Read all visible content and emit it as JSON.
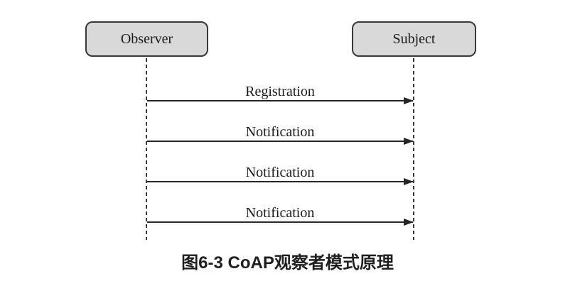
{
  "diagram": {
    "type": "sequence",
    "actors": [
      {
        "label": "Observer"
      },
      {
        "label": "Subject"
      }
    ],
    "messages": [
      {
        "label": "Registration",
        "from": "Observer",
        "to": "Subject",
        "direction": "right"
      },
      {
        "label": "Notification",
        "from": "Observer",
        "to": "Subject",
        "direction": "right"
      },
      {
        "label": "Notification",
        "from": "Observer",
        "to": "Subject",
        "direction": "right"
      },
      {
        "label": "Notification",
        "from": "Observer",
        "to": "Subject",
        "direction": "right"
      }
    ],
    "caption": "图6-3 CoAP观察者模式原理"
  },
  "colors": {
    "background": "#ffffff",
    "box_fill": "#d9d9d9",
    "box_border": "#383838",
    "line": "#262626",
    "text": "#1a1a1a"
  }
}
